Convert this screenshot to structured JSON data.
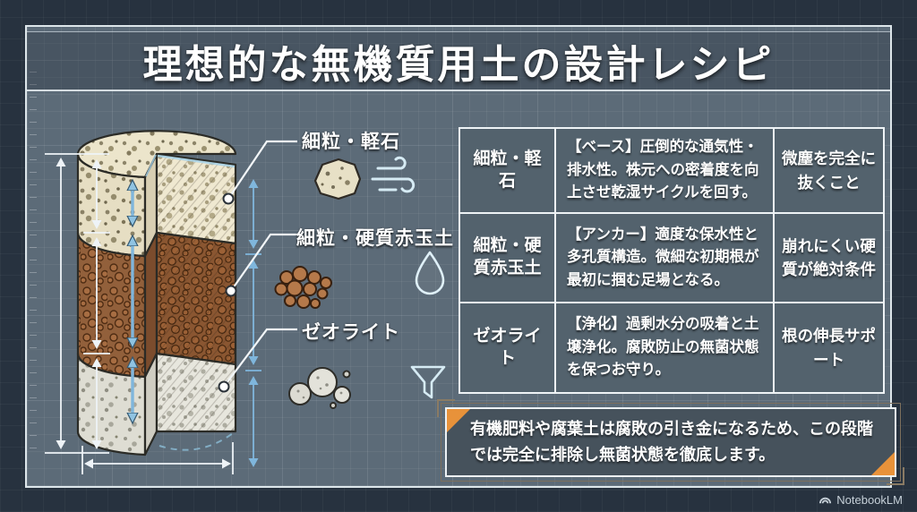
{
  "title": "理想的な無機質用土の設計レシピ",
  "diagram": {
    "labels": [
      {
        "label": "細粒・軽石"
      },
      {
        "label": "細粒・硬質赤玉土"
      },
      {
        "label": "ゼオライト"
      }
    ],
    "layers": [
      {
        "name": "細粒・軽石",
        "fill": "#e6dec3"
      },
      {
        "name": "細粒・硬質赤玉土",
        "fill": "#92603b"
      },
      {
        "name": "ゼオライト",
        "fill": "#deddd3"
      }
    ],
    "icons": {
      "layer1": [
        "pumice-chunk-icon",
        "airflow-icon"
      ],
      "layer2": [
        "akadama-granules-icon",
        "water-drop-icon"
      ],
      "layer3": [
        "zeolite-stones-icon",
        "funnel-icon"
      ]
    }
  },
  "table": {
    "rows": [
      {
        "name": "細粒・軽石",
        "description": "【ベース】圧倒的な通気性・排水性。株元への密着度を向上させ乾湿サイクルを回す。",
        "note": "微塵を完全に抜くこと"
      },
      {
        "name": "細粒・硬質赤玉土",
        "description": "【アンカー】適度な保水性と多孔質構造。微細な初期根が最初に掴む足場となる。",
        "note": "崩れにくい硬質が絶対条件"
      },
      {
        "name": "ゼオライト",
        "description": "【浄化】過剰水分の吸着と土壌浄化。腐敗防止の無菌状態を保つお守り。",
        "note": "根の伸長サポート"
      }
    ]
  },
  "warning": {
    "text": "有機肥料や腐葉土は腐敗の引き金になるため、この段階では完全に排除し無菌状態を徹底します。"
  },
  "watermark": {
    "label": "NotebookLM"
  },
  "colors": {
    "background": "#27323f",
    "panel": "#5c6b78",
    "accent_orange": "#e8923a",
    "arrow_blue": "#7fb6dc",
    "line_white": "#eef3f7",
    "pumice": "#e6dec3",
    "akadama": "#92603b",
    "zeolite": "#deddd3"
  }
}
